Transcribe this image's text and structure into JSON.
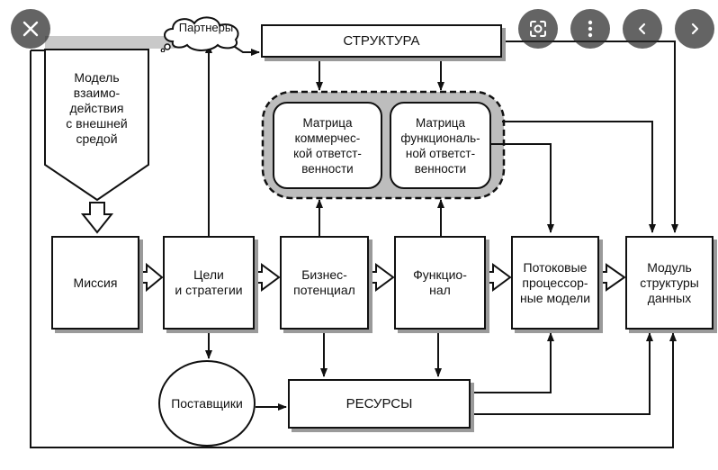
{
  "diagram": {
    "model": "Модель\nвзаимо-\nдействия\nс внешней\nсредой",
    "partners": "Партнеры",
    "structure": "СТРУКТУРА",
    "matrix_commercial": "Матрица\nкоммерчес-\nкой ответст-\nвенности",
    "matrix_functional": "Матрица\nфункциональ-\nной ответст-\nвенности",
    "mission": "Миссия",
    "goals": "Цели\nи стратегии",
    "business": "Бизнес-\nпотенциал",
    "functional": "Функцио-\nнал",
    "flow_models": "Потоковые\nпроцессор-\nные модели",
    "data_module": "Модуль\nструктуры\nданных",
    "suppliers": "Поставщики",
    "resources": "РЕСУРСЫ"
  },
  "overlay": {
    "close": "close-icon",
    "lens": "lens-icon",
    "more": "more-vert-icon",
    "prev": "chevron-left-icon",
    "next": "chevron-right-icon",
    "button_bg": "#282828"
  }
}
